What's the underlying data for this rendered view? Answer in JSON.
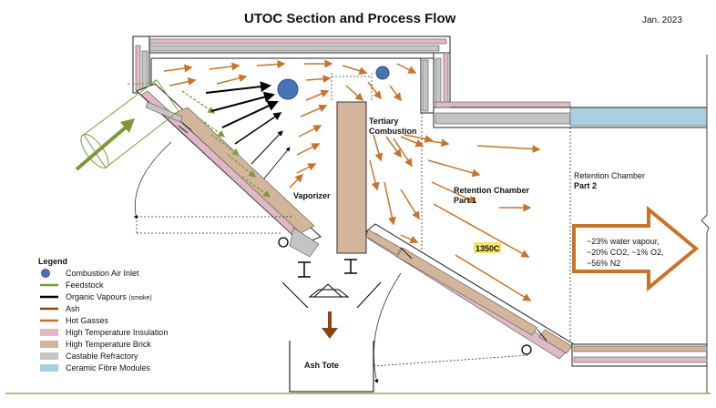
{
  "title": "UTOC Section and Process Flow",
  "date": "Jan. 2023",
  "labels": {
    "vaporizer": "Vaporizer",
    "tertiary_line1": "Tertiary",
    "tertiary_line2": "Combustion",
    "retention1_line1": "Retention Chamber",
    "retention1_line2": "Part 1",
    "retention2_line1": "Retention Chamber",
    "retention2_line2": "Part 2",
    "temperature": "1350C",
    "ash_tote": "Ash Tote"
  },
  "output_gas": [
    "~23% water vapour,",
    "~20% CO2, ~1% O2,",
    "~56% N2"
  ],
  "legend": {
    "title": "Legend",
    "items": [
      {
        "label": "Combustion Air Inlet",
        "note": "",
        "icon": "blue-circle",
        "color": "#4a72b8"
      },
      {
        "label": "Feedstock",
        "note": "",
        "icon": "green-line",
        "color": "#7a9a3a"
      },
      {
        "label": "Organic Vapours",
        "note": "(smoke)",
        "icon": "black-line",
        "color": "#000000"
      },
      {
        "label": "Ash",
        "note": "",
        "icon": "brown-line",
        "color": "#8b4513"
      },
      {
        "label": "Hot Gasses",
        "note": "",
        "icon": "orange-line",
        "color": "#c8732a"
      },
      {
        "label": "High Temperature Insulation",
        "note": "",
        "icon": "pink-swatch",
        "color": "#e0b9c2"
      },
      {
        "label": "High Temperature Brick",
        "note": "",
        "icon": "tan-swatch",
        "color": "#d2b59b"
      },
      {
        "label": "Castable Refractory",
        "note": "",
        "icon": "grey-swatch",
        "color": "#c4c4c4"
      },
      {
        "label": "Ceramic Fibre Modules",
        "note": "",
        "icon": "blue-swatch",
        "color": "#a9cfe0"
      }
    ]
  },
  "colors": {
    "hot_gas": "#c8732a",
    "feedstock": "#7a9a3a",
    "ash": "#8b4513",
    "insulation": "#e0b9c2",
    "brick": "#d2b59b",
    "refractory": "#c4c4c4",
    "ceramic": "#a9cfe0",
    "air_inlet": "#4a72b8",
    "highlight": "#f5e46a",
    "ground": "#7a9a3a"
  }
}
